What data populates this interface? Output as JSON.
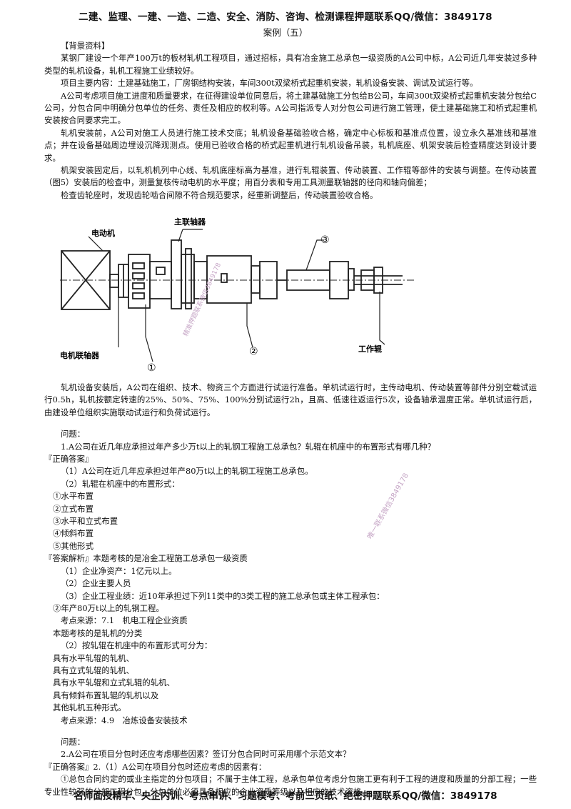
{
  "header": {
    "banner": "二建、监理、一建、一造、二造、安全、消防、咨询、检测课程押题联系QQ/微信：3849178",
    "case_title": "案例（五）"
  },
  "background": {
    "heading": "【背景资料】",
    "paragraphs": [
      "某钢厂建设一个年产100万t的板材轧机工程项目，通过招标，具有冶金施工总承包一级资质的A公司中标，A公司近几年安装过多种类型的轧机设备，轧机工程施工业绩较好。",
      "项目主要内容：土建基础施工，厂房钢结构安装，车间300t双梁桥式起重机安装，轧机设备安装、调试及试运行等。",
      "A公司考虑项目施工进度和质量要求，在征得建设单位同意后，将土建基础施工分包给B公司，车间300t双梁桥式起重机安装分包给C公司，分包合同中明确分包单位的任务、责任及相应的权利等。A公司指派专人对分包公司进行施工管理，使土建基础施工和桥式起重机安装按合同要求完工。",
      "轧机安装前，A公司对施工人员进行施工技术交底；轧机设备基础验收合格，确定中心标板和基准点位置，设立永久基准线和基准点；并在设备基础周边埋设沉降观测点。使用已验收合格的桥式起重机进行轧机设备吊装，轧机底座、机架安装后检查精度达到设计要求。",
      "机架安装固定后，以轧机机列中心线、轧机底座标高为基准，进行轧辊装置、传动装置、工作辊等部件的安装与调整。在传动装置（图5）安装后的检查中，测量复核传动电机的水平度；用百分表和专用工具测量联轴器的径向和轴向偏差；",
      "检查齿轮座时，发现齿轮啮合间隙不符合规范要求，经重新调整后，传动装置验收合格。"
    ]
  },
  "figure": {
    "labels": {
      "motor": "电动机",
      "main_coupling": "主联轴器",
      "motor_coupling": "电机联轴器",
      "work_roll": "工作辊",
      "n1": "①",
      "n2": "②",
      "n3": "③"
    },
    "watermark": "精准押题联系微信3849178"
  },
  "after_figure": "轧机设备安装后，A公司在组织、技术、物资三个方面进行试运行准备。单机试运行时，主传动电机、传动装置等部件分别空载试运行0.5h，轧机按额定转速的25%、50%、75%、100%分别试运行2h，且高、低速往返运行5次，设备轴承温度正常。单机试运行后，由建设单位组织实施联动试运行和负荷试运行。",
  "q1": {
    "label": "问题：",
    "question": "1.A公司在近几年应承担过年产多少万t以上的轧钢工程施工总承包？轧辊在机座中的布置形式有哪几种？",
    "answer_tag": "『正确答案』",
    "answers": [
      "（1）A公司在近几年应承担过年产80万t以上的轧钢工程施工总承包。",
      "（2）轧辊在机座中的布置形式："
    ],
    "forms": [
      "①水平布置",
      "②立式布置",
      "③水平和立式布置",
      "④倾斜布置",
      "⑤其他形式"
    ],
    "analysis": "『答案解析』本题考核的是冶金工程施工总承包一级资质",
    "analysis_items": [
      "（1）企业净资产：1亿元以上。",
      "（2）企业主要人员",
      "（3）企业工程业绩：近10年承担过下列11类中的3类工程的施工总承包或主体工程承包：",
      "②年产80万t以上的轧钢工程。"
    ],
    "source1": "考点来源：7.1　机电工程企业资质",
    "topic": "本题考核的是轧机的分类",
    "sub_heading": "（2）按轧辊在机座中的布置形式可分为：",
    "kinds": [
      "具有水平轧辊的轧机、",
      "具有立式轧辊的轧机、",
      "具有水平轧辊和立式轧辊的轧机、",
      "具有倾斜布置轧辊的轧机以及",
      "其他轧机五种形式。"
    ],
    "source2": "考点来源：4.9　冶炼设备安装技术"
  },
  "q2": {
    "label": "问题：",
    "question": "2.A公司在项目分包时还应考虑哪些因素？签订分包合同时可采用哪个示范文本？",
    "answer_line": "『正确答案』2.（1）A公司在项目分包时还应考虑的因素有：",
    "answer_p1": "①总包合同约定的或业主指定的分包项目；不属于主体工程，总承包单位考虑分包施工更有利于工程的进度和质量的分部工程；一些专业性较强的分部工程分包，分包单位必须具备相应的企业资质等级以及相应的技术资格。"
  },
  "watermark2": "唯一联系微信3849178",
  "footer": {
    "banner": "名师面授精华、央企内训、考点串讲、习题模考、考前三页纸、绝密押题联系QQ/微信：3849178"
  }
}
